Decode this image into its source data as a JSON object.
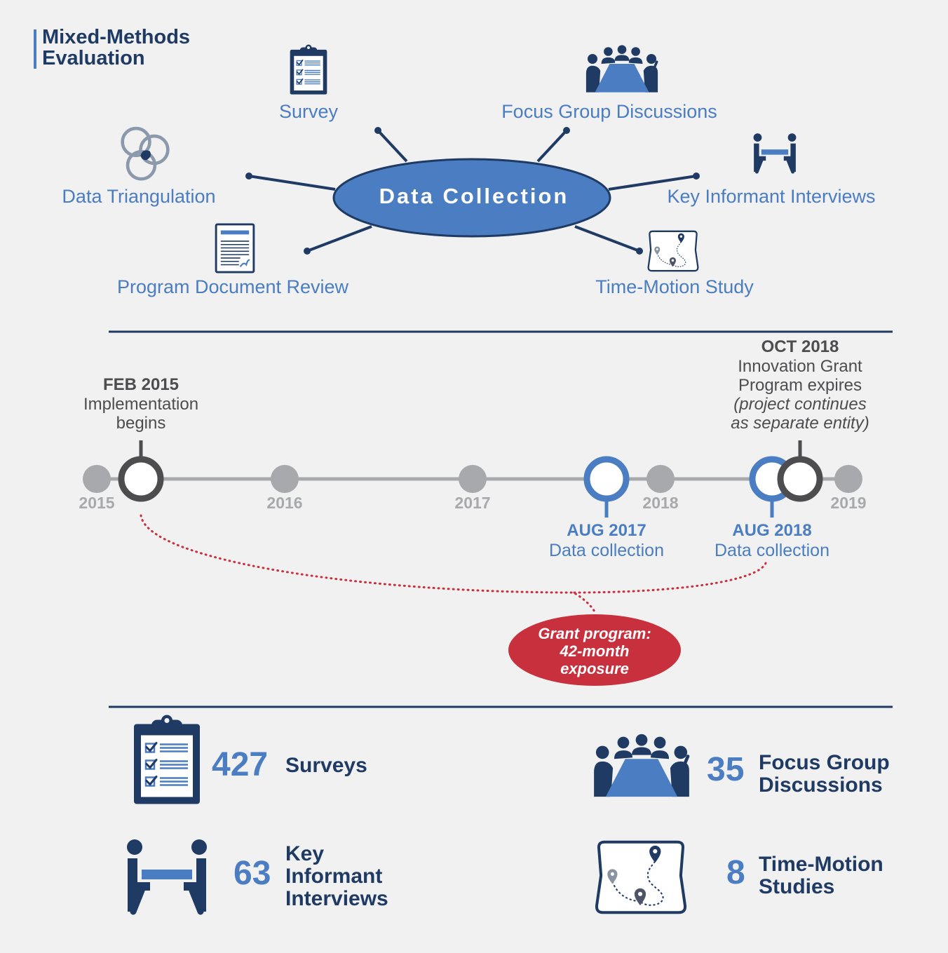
{
  "title": {
    "line1": "Mixed-Methods",
    "line2": "Evaluation"
  },
  "hub": {
    "label": "Data Collection",
    "fill": "#4a7dc1",
    "stroke": "#1f3a63"
  },
  "methods": {
    "survey": "Survey",
    "focus_group": "Focus Group Discussions",
    "triangulation": "Data Triangulation",
    "key_informant": "Key Informant Interviews",
    "document_review": "Program Document Review",
    "time_motion": "Time-Motion Study"
  },
  "timeline": {
    "years": [
      "2015",
      "2016",
      "2017",
      "2018",
      "2019"
    ],
    "start_event": {
      "date": "FEB 2015",
      "line1": "Implementation",
      "line2": "begins"
    },
    "end_event": {
      "date": "OCT 2018",
      "line1": "Innovation Grant",
      "line2": "Program expires",
      "line3": "(project continues",
      "line4": "as separate entity)"
    },
    "collection_1": {
      "date": "AUG 2017",
      "label": "Data collection"
    },
    "collection_2": {
      "date": "AUG 2018",
      "label": "Data collection"
    },
    "exposure": {
      "line1": "Grant program:",
      "line2": "42-month",
      "line3": "exposure",
      "color": "#c9303e"
    }
  },
  "stats": {
    "surveys": {
      "number": "427",
      "label": "Surveys"
    },
    "focus_groups": {
      "number": "35",
      "label1": "Focus Group",
      "label2": "Discussions"
    },
    "interviews": {
      "number": "63",
      "label1": "Key",
      "label2": "Informant",
      "label3": "Interviews"
    },
    "time_motion": {
      "number": "8",
      "label1": "Time-Motion",
      "label2": "Studies"
    }
  },
  "colors": {
    "navy": "#1f3a63",
    "blue": "#4a7dc1",
    "gray": "#a7a9ac",
    "dark_gray": "#4d4d4f",
    "red": "#c9303e",
    "background": "#f1f1f2"
  }
}
